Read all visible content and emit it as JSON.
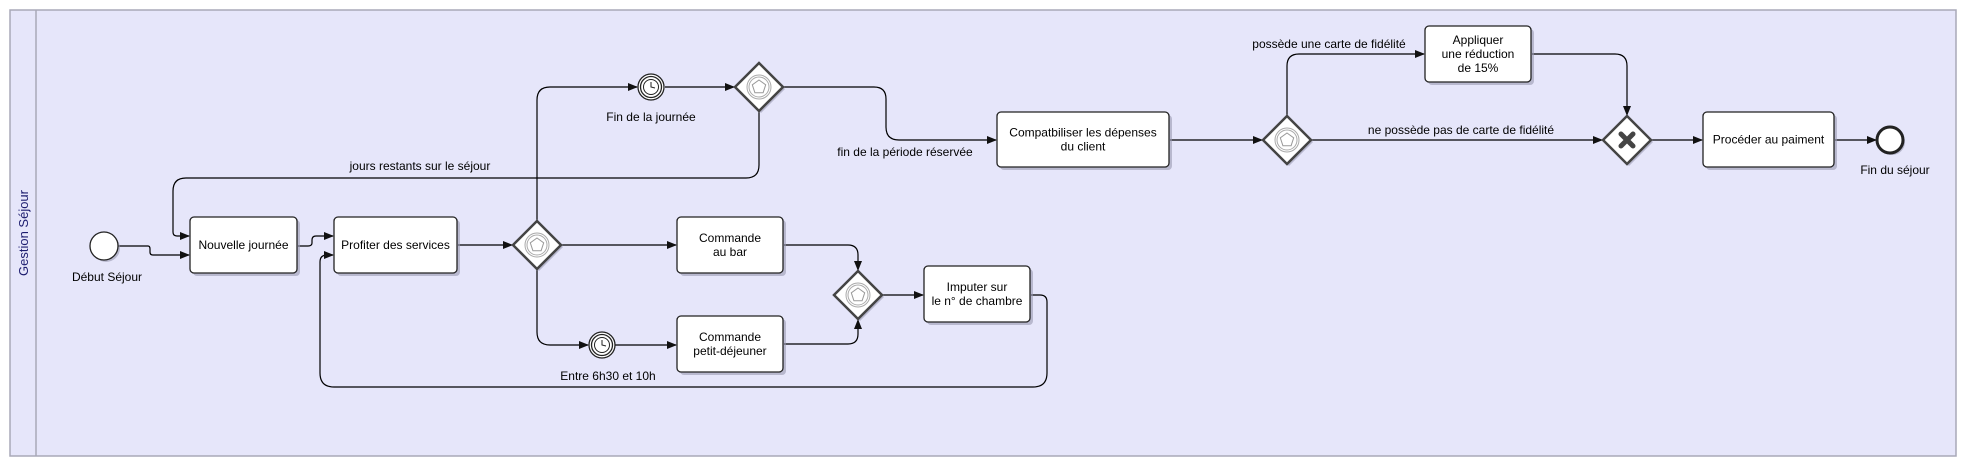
{
  "pool": {
    "lane_label": "Gestion Séjour",
    "background_color": "#e6e6fa",
    "border_color": "#a8a8b8"
  },
  "events": {
    "start": {
      "label": "Début Séjour",
      "type": "start"
    },
    "end": {
      "label": "Fin du séjour",
      "type": "end"
    },
    "timer_end_of_day": {
      "label": "Fin de la journée",
      "type": "intermediate-timer"
    },
    "timer_breakfast": {
      "label": "Entre 6h30 et 10h",
      "type": "intermediate-timer"
    }
  },
  "tasks": {
    "nouvelle_journee": {
      "lines": [
        "Nouvelle journée"
      ]
    },
    "profiter_services": {
      "lines": [
        "Profiter des services"
      ]
    },
    "commande_bar": {
      "lines": [
        "Commande",
        "au bar"
      ]
    },
    "commande_petit_dej": {
      "lines": [
        "Commande",
        "petit-déjeuner"
      ]
    },
    "imputer": {
      "lines": [
        "Imputer sur",
        "le n° de chambre"
      ]
    },
    "compatbiliser": {
      "lines": [
        "Compatbiliser les dépenses",
        "du client"
      ]
    },
    "appliquer_reduction": {
      "lines": [
        "Appliquer",
        "une réduction",
        "de 15%"
      ]
    },
    "proceder_paiement": {
      "lines": [
        "Procéder au paiment"
      ]
    }
  },
  "gateways": {
    "g_split_services": {
      "type": "complex"
    },
    "g_merge_orders": {
      "type": "complex"
    },
    "g_end_of_day": {
      "type": "complex"
    },
    "g_fidelity": {
      "type": "complex"
    },
    "g_merge_payment": {
      "type": "exclusive"
    }
  },
  "flows": {
    "jours_restants": "jours restants sur le séjour",
    "fin_periode": "fin de la période réservée",
    "possede_carte": "possède une carte de fidélité",
    "ne_possede_pas": "ne possède pas de carte de fidélité"
  }
}
